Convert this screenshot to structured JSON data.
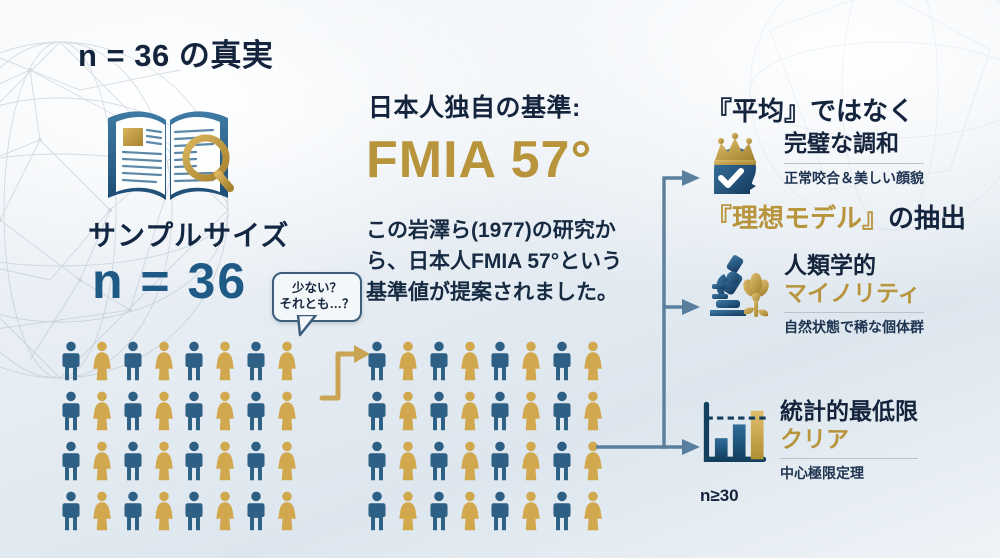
{
  "theme": {
    "navy": "#13243c",
    "blue": "#2e6086",
    "gold": "#b8943c",
    "figure_blue": "#2e6086",
    "figure_gold": "#d1a84e",
    "background": "#e8eef4"
  },
  "left_column": {
    "title": "n = 36 の真実",
    "icon": "book-magnifier-icon",
    "sample_label": "サンプルサイズ",
    "sample_value": "n = 36",
    "speech_bubble": {
      "line1": "少ない？",
      "line2": "それとも…？"
    },
    "people_grid": {
      "columns": 8,
      "rows": 4,
      "total_shown": 32,
      "colors": [
        "blue",
        "gold"
      ],
      "genders": [
        "male",
        "female"
      ]
    }
  },
  "center_column": {
    "title": "日本人独自の基準:",
    "headline": "FMIA 57°",
    "body": "この岩澤ら(1977)の研究か\nら、日本人FMIA 57°という\n基準値が提案されました。",
    "people_grid": {
      "columns": 8,
      "rows": 4,
      "total_shown": 32
    },
    "arrow": "elbow-arrow-right"
  },
  "right_column": {
    "title_line1": "『平均』ではなく",
    "title_line2_gold": "『理想モデル』",
    "title_line2_rest": "の抽出",
    "features": [
      {
        "icon": "crowned-head-check-icon",
        "title": "完璧な調和",
        "title_gold": "",
        "subtitle": "正常咬合＆美しい顔貌"
      },
      {
        "icon": "microscope-flower-icon",
        "title": "人類学的",
        "title_gold": "マイノリティ",
        "subtitle": "自然状態で稀な個体群"
      },
      {
        "icon": "bar-chart-threshold-icon",
        "title": "統計的最低限",
        "title_gold": "クリア",
        "subtitle": "中心極限定理",
        "badge": "n≥30"
      }
    ]
  }
}
